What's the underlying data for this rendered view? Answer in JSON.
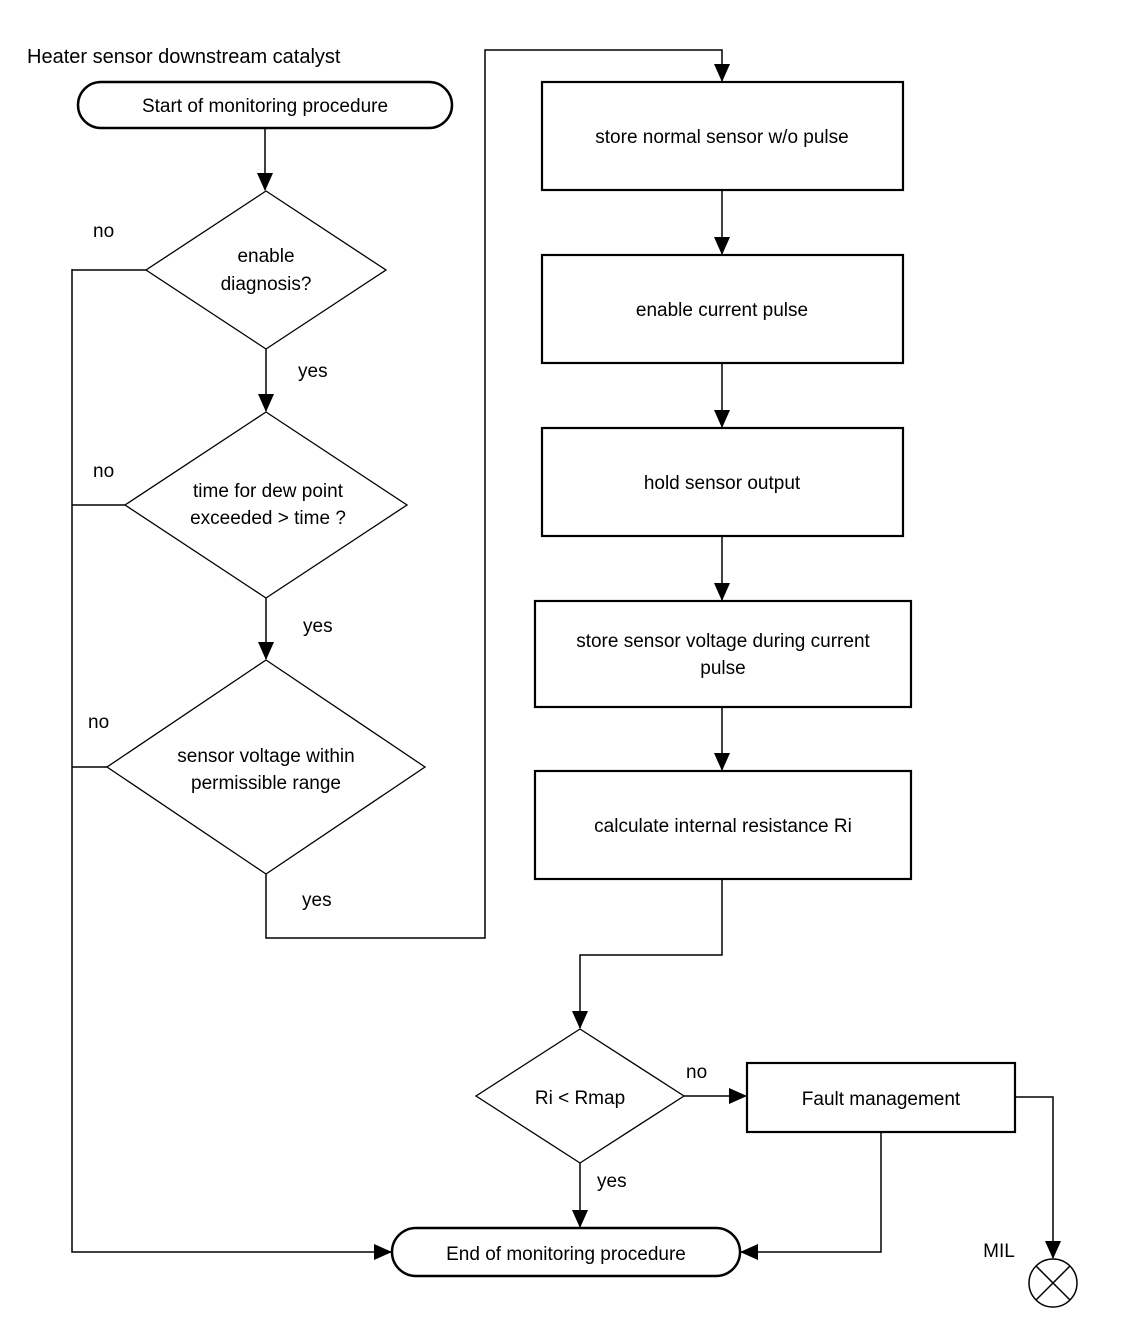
{
  "title": "Heater sensor downstream catalyst",
  "colors": {
    "line": "#000000",
    "background": "#ffffff",
    "text": "#000000"
  },
  "nodes": {
    "start": {
      "type": "terminator",
      "label": "Start of monitoring procedure"
    },
    "decision_enable": {
      "type": "decision",
      "line1": "enable",
      "line2": "diagnosis?"
    },
    "decision_dew_point": {
      "type": "decision",
      "line1": "time for dew point",
      "line2": "exceeded > time ?"
    },
    "decision_sensor_voltage": {
      "type": "decision",
      "line1": "sensor voltage within",
      "line2": "permissible range"
    },
    "store_normal": {
      "type": "process",
      "label": "store normal sensor w/o pulse"
    },
    "enable_pulse": {
      "type": "process",
      "label": "enable current pulse"
    },
    "hold_output": {
      "type": "process",
      "label": "hold sensor output"
    },
    "store_voltage": {
      "type": "process",
      "line1": "store sensor voltage during current",
      "line2": "pulse"
    },
    "calculate_ri": {
      "type": "process",
      "label": "calculate internal resistance Ri"
    },
    "decision_ri": {
      "type": "decision",
      "label": "Ri < Rmap"
    },
    "fault_management": {
      "type": "process",
      "label": "Fault management"
    },
    "end": {
      "type": "terminator",
      "label": "End of monitoring procedure"
    },
    "mil": {
      "type": "indicator",
      "label": "MIL",
      "icon": "lamp-circle-x-icon"
    }
  },
  "edge_labels": {
    "enable_no": "no",
    "enable_yes": "yes",
    "dew_point_no": "no",
    "dew_point_yes": "yes",
    "sensor_voltage_no": "no",
    "sensor_voltage_yes": "yes",
    "ri_no": "no",
    "ri_yes": "yes"
  }
}
